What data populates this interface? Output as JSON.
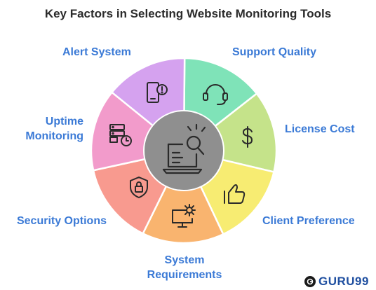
{
  "title": "Key Factors in Selecting Website Monitoring Tools",
  "segments": [
    {
      "label": "Support Quality",
      "color": "#7fe3b8",
      "icon": "headset-icon"
    },
    {
      "label": "License Cost",
      "color": "#c5e38a",
      "icon": "dollar-icon"
    },
    {
      "label": "Client Preference",
      "color": "#f7ec72",
      "icon": "thumbs-up-icon"
    },
    {
      "label": "System Requirements",
      "color": "#f9b46f",
      "icon": "monitor-gear-icon"
    },
    {
      "label": "Security Options",
      "color": "#f89a8f",
      "icon": "shield-lock-icon"
    },
    {
      "label": "Uptime Monitoring",
      "color": "#f29bcb",
      "icon": "server-clock-icon"
    },
    {
      "label": "Alert System",
      "color": "#d5a2ef",
      "icon": "phone-alert-icon"
    }
  ],
  "labels": {
    "support": "Support Quality",
    "license": "License Cost",
    "client": "Client Preference",
    "system_line1": "System",
    "system_line2": "Requirements",
    "security": "Security Options",
    "uptime_line1": "Uptime",
    "uptime_line2": "Monitoring",
    "alert": "Alert System"
  },
  "center_icon": "laptop-search-icon",
  "center_color": "#8f8f8f",
  "accent_label_color": "#3b7ad6",
  "logo": {
    "text": "GURU99"
  }
}
